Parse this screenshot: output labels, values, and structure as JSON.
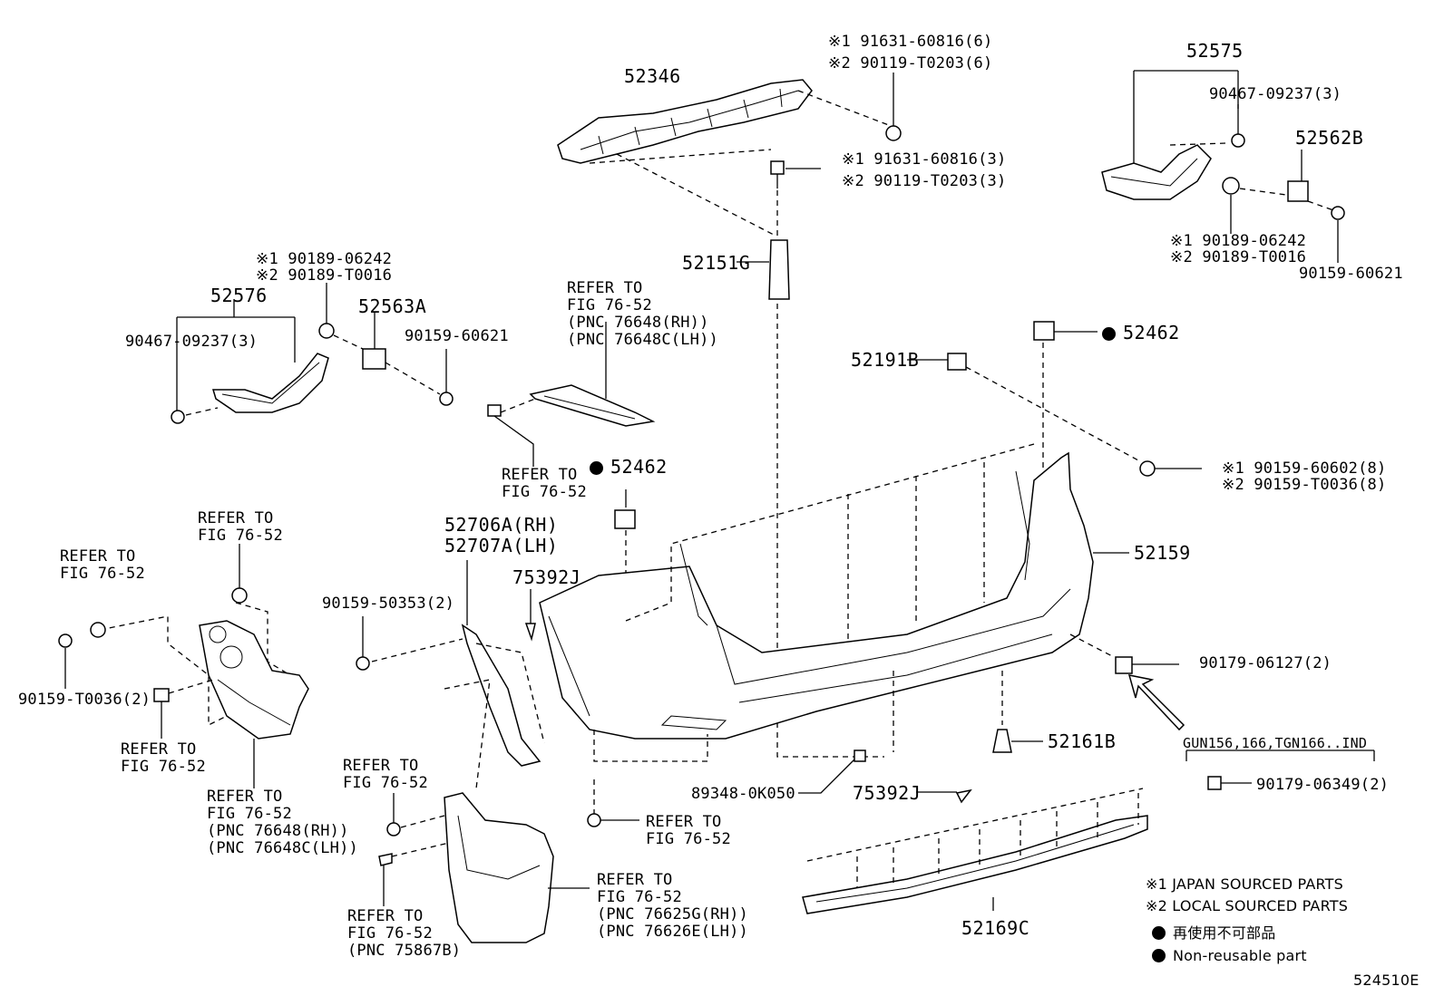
{
  "parts": {
    "p52346": "52346",
    "p52575": "52575",
    "p52576": "52576",
    "p52563A": "52563A",
    "p52562B": "52562B",
    "p52151G": "52151G",
    "p52191B": "52191B",
    "p52462_top": "52462",
    "p52462_mid": "52462",
    "p52159": "52159",
    "p52706A": "52706A(RH)",
    "p52707A": "52707A(LH)",
    "p75392J_a": "75392J",
    "p75392J_b": "75392J",
    "p52161B": "52161B",
    "p52169C": "52169C",
    "p89348": "89348-0K050"
  },
  "fasteners": {
    "f_top_j1": "※1 91631-60816(6)",
    "f_top_j2": "※2 90119-T0203(6)",
    "f_mid_j1": "※1 91631-60816(3)",
    "f_mid_j2": "※2 90119-T0203(3)",
    "f_90467_r": "90467-09237(3)",
    "f_r_j1": "※1 90189-06242",
    "f_r_j2": "※2 90189-T0016",
    "f_90159_60621_r": "90159-60621",
    "f_l_j1": "※1 90189-06242",
    "f_l_j2": "※2 90189-T0016",
    "f_90467_l": "90467-09237(3)",
    "f_90159_60621_l": "90159-60621",
    "f_bolt_j1": "※1 90159-60602(8)",
    "f_bolt_j2": "※2 90159-T0036(8)",
    "f_90159_50353": "90159-50353(2)",
    "f_90159_T0036": "90159-T0036(2)",
    "f_90179_06127": "90179-06127(2)",
    "f_90179_06349": "90179-06349(2)"
  },
  "refs": {
    "r_center1": "REFER TO",
    "r_center2": "FIG 76-52",
    "r_center3": "(PNC 76648(RH))",
    "r_center4": "(PNC 76648C(LH))",
    "r_clip1": "REFER TO",
    "r_clip2": "FIG 76-52",
    "r_topL1": "REFER TO",
    "r_topL2": "FIG 76-52",
    "r_farL1": "REFER TO",
    "r_farL2": "FIG 76-52",
    "r_botL1": "REFER TO",
    "r_botL2": "FIG 76-52",
    "r_shield1": "REFER TO",
    "r_shield2": "FIG 76-52",
    "r_shield3": "(PNC 76648(RH))",
    "r_shield4": "(PNC 76648C(LH))",
    "r_screwA1": "REFER TO",
    "r_screwA2": "FIG 76-52",
    "r_screwB1": "REFER TO",
    "r_screwB2": "FIG 76-52",
    "r_screwB3": "(PNC 75867B)",
    "r_mud1": "REFER TO",
    "r_mud2": "FIG 76-52",
    "r_mud3": "(PNC 76625G(RH))",
    "r_mud4": "(PNC 76626E(LH))",
    "r_bolt1": "REFER TO",
    "r_bolt2": "FIG 76-52"
  },
  "variant_label": "GUN156,166,TGN166..IND",
  "legend": {
    "j1": "※1 JAPAN SOURCED PARTS",
    "j2": "※2 LOCAL SOURCED PARTS",
    "nr_jp": "再使用不可部品",
    "nr_en": "Non-reusable part"
  },
  "figure_id": "524510E"
}
